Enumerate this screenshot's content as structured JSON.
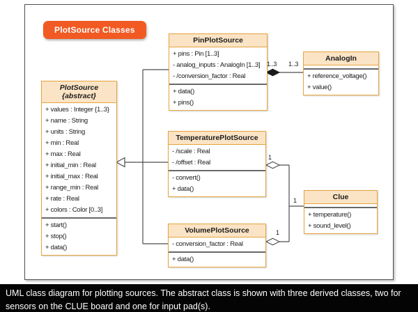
{
  "title_badge": {
    "label": "PlotSource Classes"
  },
  "caption": {
    "text": "UML class diagram for plotting sources. The abstract class is shown with three derived classes, two for sensors on the CLUE board and one for input pad(s)."
  },
  "colors": {
    "badge_orange": "#F15A22",
    "box_border": "#E6A33E",
    "header_fill": "#FBE4C5",
    "connector_gray": "#4d4d4d",
    "caption_bg": "#040404"
  },
  "classes": {
    "pin": {
      "name": "PinPlotSource",
      "attributes": [
        "+ pins : Pin [1..3]",
        "- analog_inputs : AnalogIn [1..3]",
        "- /conversion_factor : Real"
      ],
      "methods": [
        "+ data()",
        "+ pins()"
      ]
    },
    "analogin": {
      "name": "AnalogIn",
      "attributes": [],
      "methods": [
        "+ reference_voltage()",
        "+ value()"
      ]
    },
    "plotsource": {
      "name": "PlotSource",
      "stereotype": "{abstract}",
      "attributes": [
        "+ values : Integer {1..3}",
        "+ name : String",
        "+ units : String",
        "+ min : Real",
        "+ max : Real",
        "+ initial_min : Real",
        "+ initial_max : Real",
        "+ range_min : Real",
        "+ rate : Real",
        "+ colors : Color [0..3]"
      ],
      "methods": [
        "+ start()",
        "+ stop()",
        "+ data()"
      ]
    },
    "temperature": {
      "name": "TemperaturePlotSource",
      "attributes": [
        "- /scale : Real",
        "- /offset : Real"
      ],
      "methods": [
        "- convert()",
        "+ data()"
      ]
    },
    "clue": {
      "name": "Clue",
      "attributes": [],
      "methods": [
        "+ temperature()",
        "+ sound_level()"
      ]
    },
    "volume": {
      "name": "VolumePlotSource",
      "attributes": [
        "- conversion_factor : Real"
      ],
      "methods": [
        "+ data()"
      ]
    }
  },
  "relations": {
    "pin_analogin": {
      "type": "composition",
      "mult_near": "1..3",
      "mult_far": "1..3"
    },
    "temp_clue": {
      "type": "aggregation",
      "mult": "1"
    },
    "volume_clue": {
      "type": "aggregation",
      "mult": "1"
    },
    "clue_end": {
      "mult": "1"
    },
    "generalization": {
      "type": "inheritance",
      "parent": "PlotSource"
    }
  }
}
